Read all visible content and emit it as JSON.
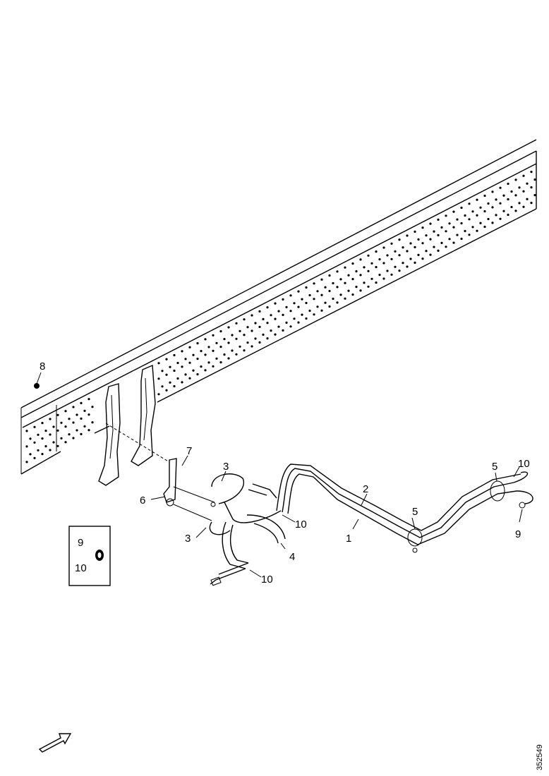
{
  "callouts": [
    "1",
    "2",
    "3",
    "3",
    "4",
    "5",
    "5",
    "6",
    "7",
    "8",
    "9",
    "10",
    "10",
    "10"
  ],
  "legend_box": {
    "items": [
      "9",
      "10"
    ]
  },
  "document_id": "352549",
  "icons": [
    "direction-arrow-icon",
    "clip-icon"
  ]
}
